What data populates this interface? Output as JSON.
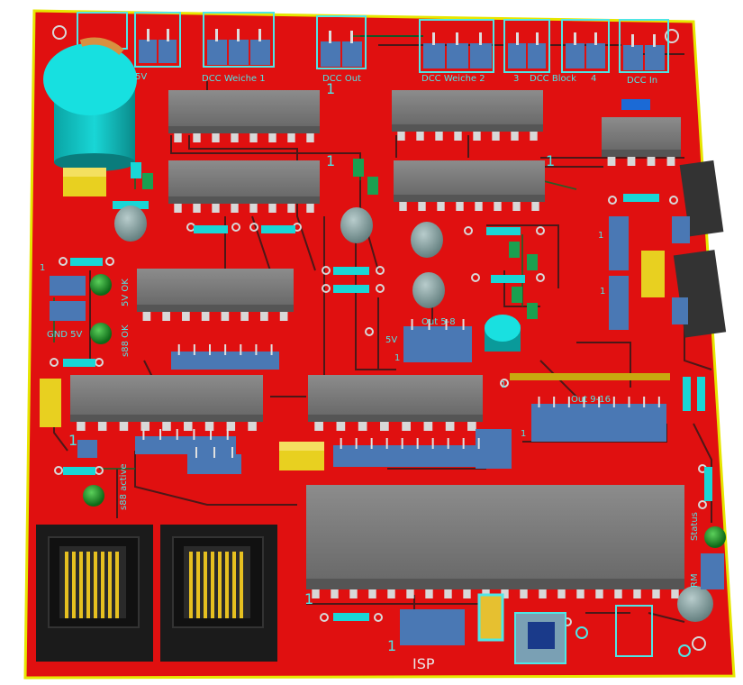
{
  "board": {
    "board_color": "#e01010",
    "edge_color": "#e6e600",
    "silk_color": "#4fe6e6",
    "ic_color": "#7a7a7a",
    "header_color": "#4a78b4"
  },
  "labels": {
    "five_v_top": "5V",
    "dcc_weiche_1": "DCC Weiche 1",
    "dcc_out": "DCC Out",
    "dcc_weiche_2": "DCC Weiche 2",
    "three": "3",
    "dcc_block": "DCC Block",
    "four": "4",
    "dcc_in": "DCC In",
    "five_v_ok": "5V OK",
    "s88_ok": "s88 OK",
    "gnd_5v": "GND 5V",
    "out_5_8": "Out 5-8",
    "five_v_mid": "5V",
    "out_9_16": "Out 9-16",
    "s88_active": "s88 active",
    "status": "Status",
    "rm": "RM",
    "isp": "ISP",
    "one": "1"
  }
}
